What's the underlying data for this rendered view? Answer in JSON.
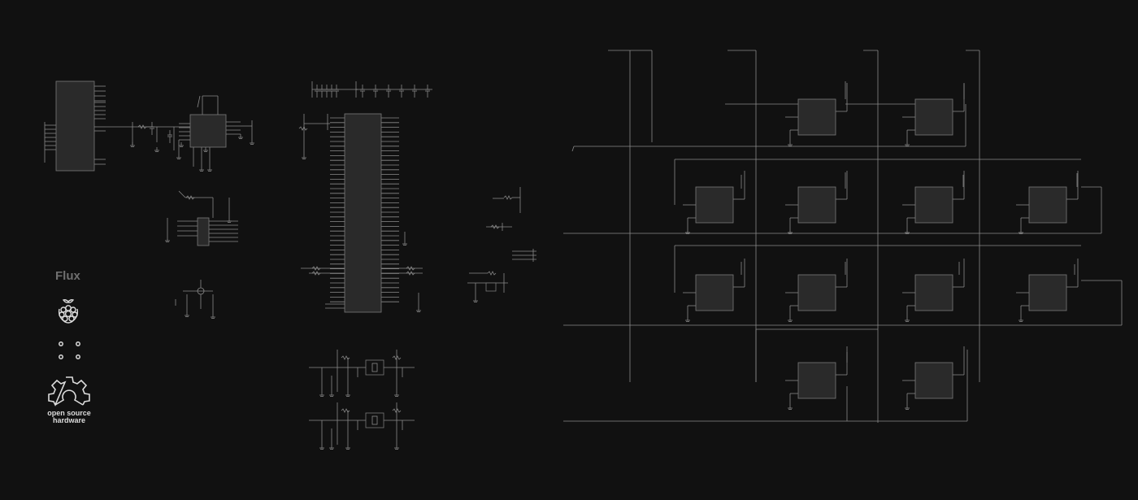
{
  "schematic": {
    "brand": {
      "flux_logo_text": "Flux",
      "oshw_line1": "open source",
      "oshw_line2": "hardware"
    },
    "colors": {
      "background": "#111111",
      "wire": "#8a8a8a",
      "component_fill": "#2a2a2a",
      "component_stroke": "#7a7a7a",
      "logo": "#dcdcdc"
    },
    "icons": [
      "flux-logo",
      "raspberry-pi-icon",
      "mounting-holes-icon",
      "open-source-hardware-icon"
    ]
  }
}
